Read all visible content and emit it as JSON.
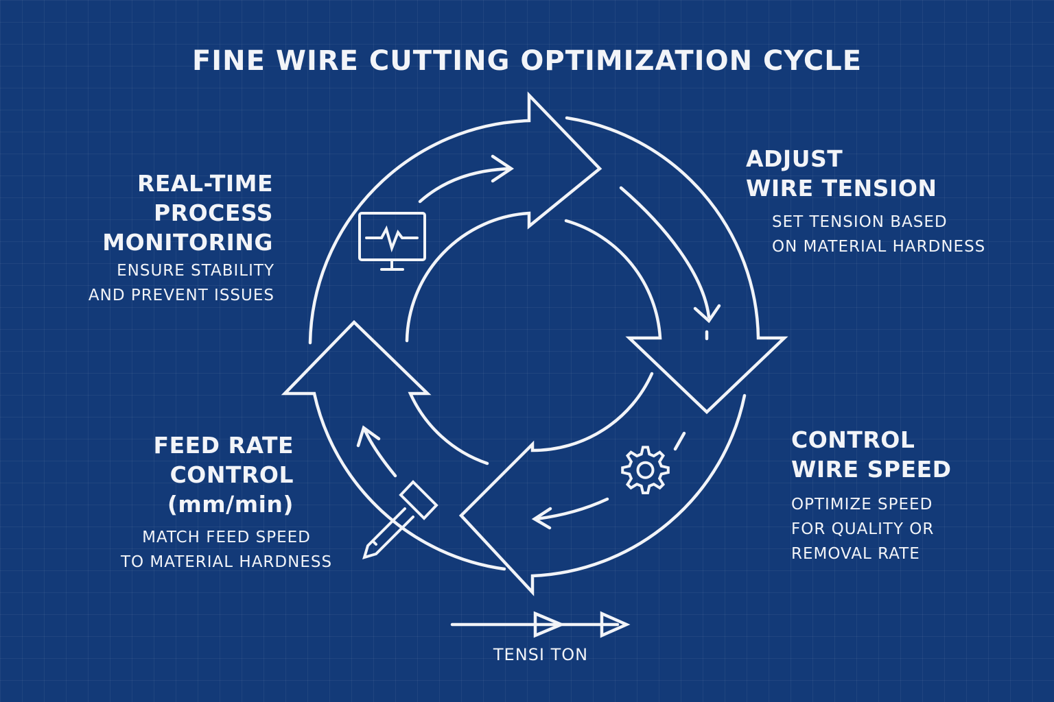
{
  "title": "FINE WIRE CUTTING OPTIMIZATION CYCLE",
  "steps": [
    {
      "id": "monitoring",
      "heading_lines": [
        "REAL-TIME",
        "PROCESS",
        "MONITORING"
      ],
      "desc_lines": [
        "ENSURE STABILITY",
        "AND PREVENT ISSUES"
      ],
      "icon": "monitor-icon"
    },
    {
      "id": "tension",
      "heading_lines": [
        "ADJUST",
        "WIRE TENSION"
      ],
      "desc_lines": [
        "SET TENSION BASED",
        "ON MATERIAL HARDNESS"
      ],
      "icon": "none"
    },
    {
      "id": "speed",
      "heading_lines": [
        "CONTROL",
        "WIRE SPEED"
      ],
      "desc_lines": [
        "OPTIMIZE SPEED",
        "FOR QUALITY OR",
        "REMOVAL RATE"
      ],
      "icon": "gear-icon"
    },
    {
      "id": "feed",
      "heading_lines": [
        "FEED RATE",
        "CONTROL",
        "(mm/min)"
      ],
      "desc_lines": [
        "MATCH FEED SPEED",
        "TO MATERIAL HARDNESS"
      ],
      "icon": "cutting-tool-icon"
    }
  ],
  "bottom_label": "TENSI TON",
  "colors": {
    "background": "#133a78",
    "line": "#f2f4f8"
  }
}
